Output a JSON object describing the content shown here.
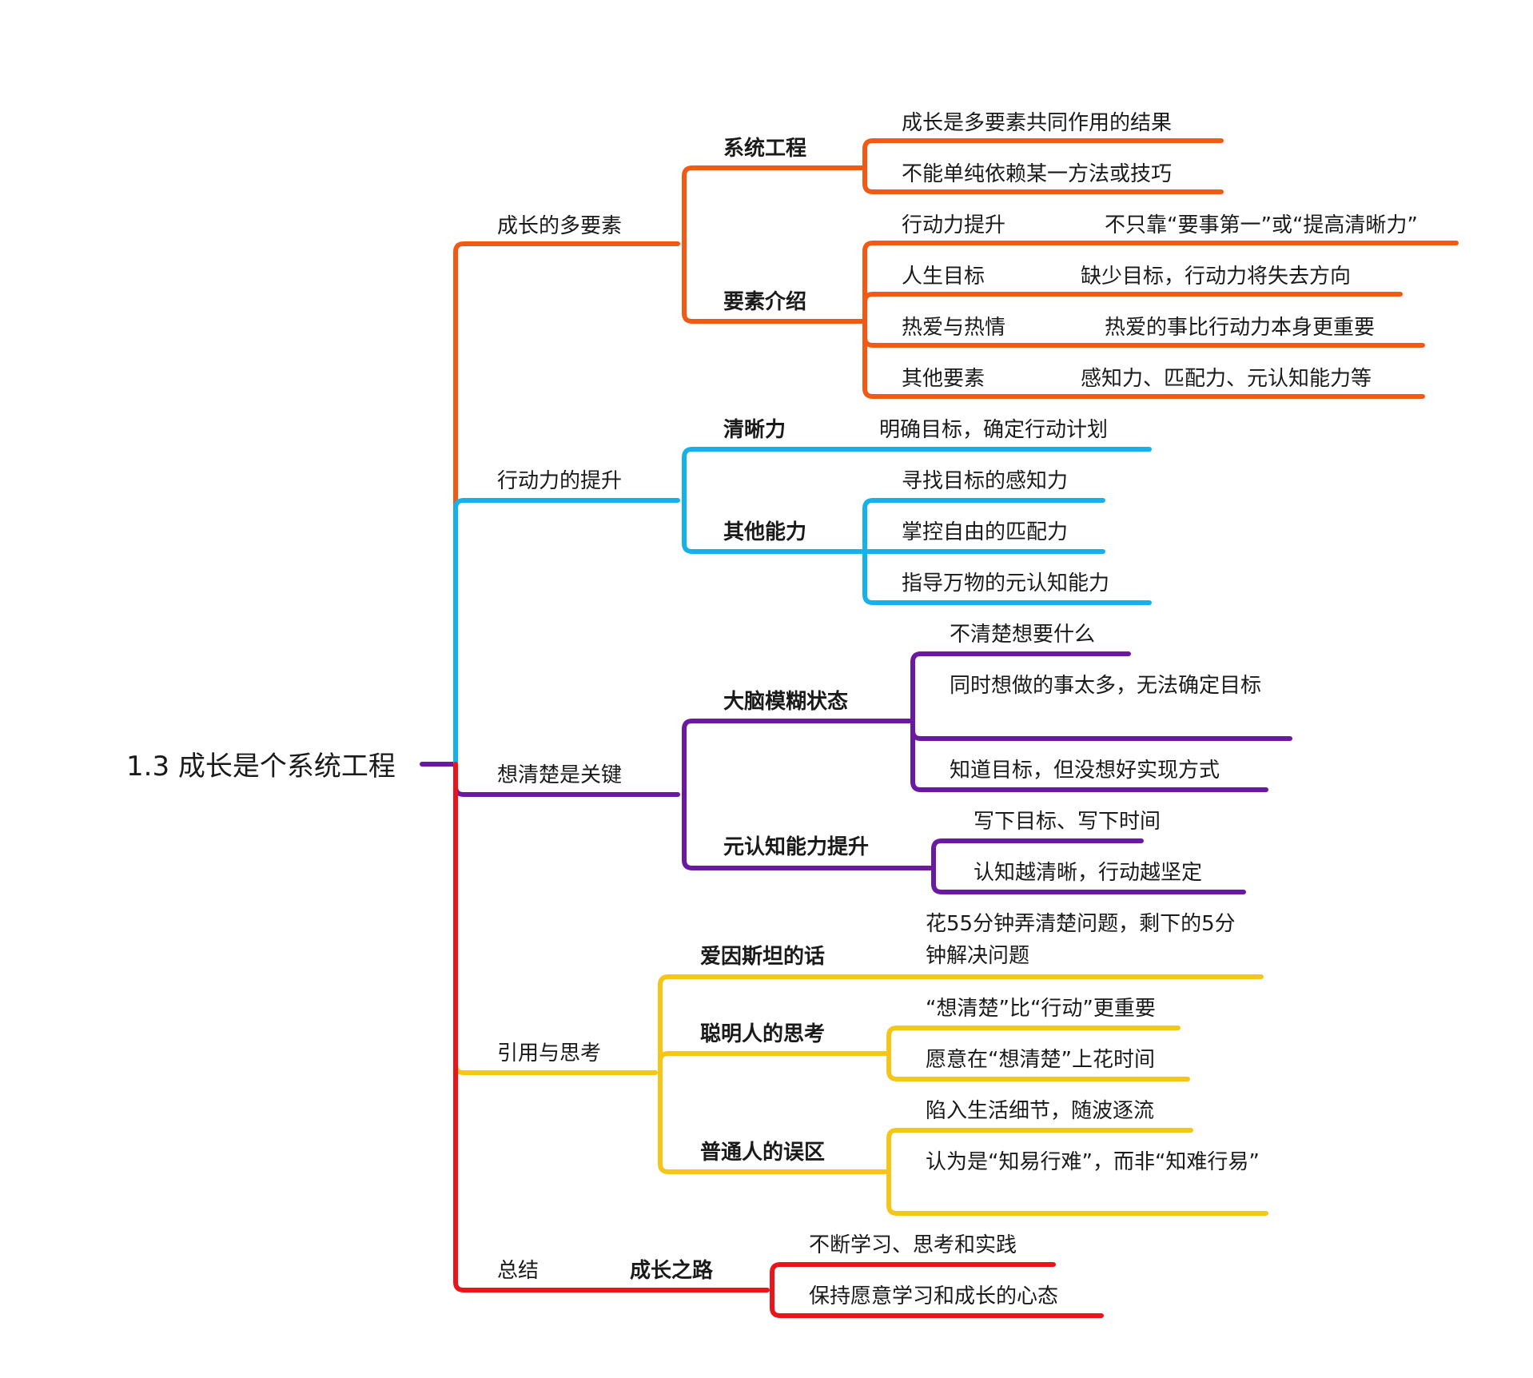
{
  "root": "1.3 成长是个系统工程",
  "colors": {
    "orange": "#f05a14",
    "blue": "#17b1ea",
    "purple": "#6a1aa0",
    "yellow": "#f5c518",
    "red": "#e8151b"
  },
  "branches": [
    {
      "label": "成长的多要素",
      "color": "orange",
      "children": [
        {
          "label": "系统工程",
          "children": [
            "成长是多要素共同作用的结果",
            "不能单纯依赖某一方法或技巧"
          ]
        },
        {
          "label": "要素介绍",
          "rows": [
            {
              "name": "行动力提升",
              "desc": "不只靠“要事第一”或“提高清晰力”"
            },
            {
              "name": "人生目标",
              "desc": "缺少目标，行动力将失去方向"
            },
            {
              "name": "热爱与热情",
              "desc": "热爱的事比行动力本身更重要"
            },
            {
              "name": "其他要素",
              "desc": "感知力、匹配力、元认知能力等"
            }
          ]
        }
      ]
    },
    {
      "label": "行动力的提升",
      "color": "blue",
      "children": [
        {
          "label": "清晰力",
          "children": [
            "明确目标，确定行动计划"
          ]
        },
        {
          "label": "其他能力",
          "children": [
            "寻找目标的感知力",
            "掌控自由的匹配力",
            "指导万物的元认知能力"
          ]
        }
      ]
    },
    {
      "label": "想清楚是关键",
      "color": "purple",
      "children": [
        {
          "label": "大脑模糊状态",
          "children": [
            "不清楚想要什么",
            "同时想做的事太多，无法确定目标",
            "知道目标，但没想好实现方式"
          ]
        },
        {
          "label": "元认知能力提升",
          "children": [
            "写下目标、写下时间",
            "认知越清晰，行动越坚定"
          ]
        }
      ]
    },
    {
      "label": "引用与思考",
      "color": "yellow",
      "children": [
        {
          "label": "爱因斯坦的话",
          "children": [
            "花55分钟弄清楚问题，剩下的5分钟解决问题"
          ]
        },
        {
          "label": "聪明人的思考",
          "children": [
            "“想清楚”比“行动”更重要",
            "愿意在“想清楚”上花时间"
          ]
        },
        {
          "label": "普通人的误区",
          "children": [
            "陷入生活细节，随波逐流",
            "认为是“知易行难”，而非“知难行易”"
          ]
        }
      ]
    },
    {
      "label": "总结",
      "color": "red",
      "children": [
        {
          "label": "成长之路",
          "children": [
            "不断学习、思考和实践",
            "保持愿意学习和成长的心态"
          ]
        }
      ]
    }
  ]
}
